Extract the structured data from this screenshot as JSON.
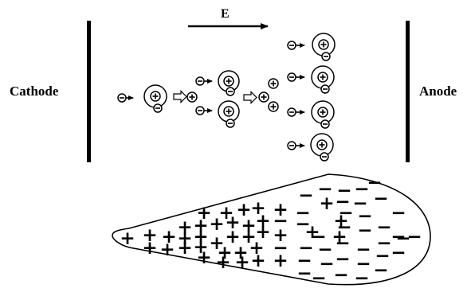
{
  "labels": {
    "cathode": "Cathode",
    "anode": "Anode",
    "field": "E"
  },
  "symbols": {
    "positive": "+",
    "negative": "−"
  },
  "colors": {
    "ink": "#000000",
    "background": "#ffffff"
  },
  "icons": {
    "electron": "electron-icon",
    "atom": "atom-icon",
    "positive_ion": "positive-ion-icon",
    "process_arrow": "hollow-arrow-icon"
  }
}
